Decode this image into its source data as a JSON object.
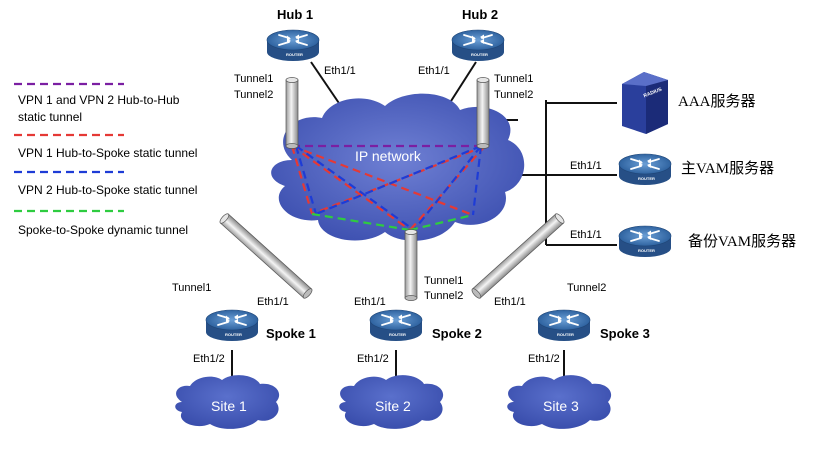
{
  "legend": {
    "hub_to_hub_line1": "VPN 1 and VPN 2 Hub-to-Hub",
    "hub_to_hub_line2": "static tunnel",
    "vpn1": "VPN 1 Hub-to-Spoke  static tunnel",
    "vpn2": "VPN 2 Hub-to-Spoke static tunnel",
    "spoke_dynamic": "Spoke-to-Spoke dynamic tunnel"
  },
  "colors": {
    "hub_to_hub": "#7b1fa2",
    "vpn1": "#e53935",
    "vpn2": "#1e3cd6",
    "spoke_dynamic": "#2ecc40",
    "cloud": "#4a5fc1",
    "router": "#3a6fa8"
  },
  "network": {
    "label": "IP network"
  },
  "hub1": {
    "name": "Hub 1",
    "tunnel1": "Tunnel1",
    "tunnel2": "Tunnel2",
    "eth": "Eth1/1",
    "router_text": "ROUTER"
  },
  "hub2": {
    "name": "Hub 2",
    "tunnel1": "Tunnel1",
    "tunnel2": "Tunnel2",
    "eth": "Eth1/1",
    "router_text": "ROUTER"
  },
  "spoke1": {
    "name": "Spoke 1",
    "tunnel": "Tunnel1",
    "eth_wan": "Eth1/1",
    "eth_lan": "Eth1/2",
    "site": "Site 1",
    "router_text": "ROUTER"
  },
  "spoke2": {
    "name": "Spoke 2",
    "tunnel1": "Tunnel1",
    "tunnel2": "Tunnel2",
    "eth_wan": "Eth1/1",
    "eth_lan": "Eth1/2",
    "site": "Site 2",
    "router_text": "ROUTER"
  },
  "spoke3": {
    "name": "Spoke 3",
    "tunnel": "Tunnel2",
    "eth_wan": "Eth1/1",
    "eth_lan": "Eth1/2",
    "site": "Site 3",
    "router_text": "ROUTER"
  },
  "servers": {
    "aaa": {
      "label": "AAA服务器",
      "brand": "RADIUS"
    },
    "vam_primary": {
      "label": "主VAM服务器",
      "eth": "Eth1/1",
      "router_text": "ROUTER"
    },
    "vam_backup": {
      "label": "备份VAM服务器",
      "eth": "Eth1/1",
      "router_text": "ROUTER"
    }
  }
}
